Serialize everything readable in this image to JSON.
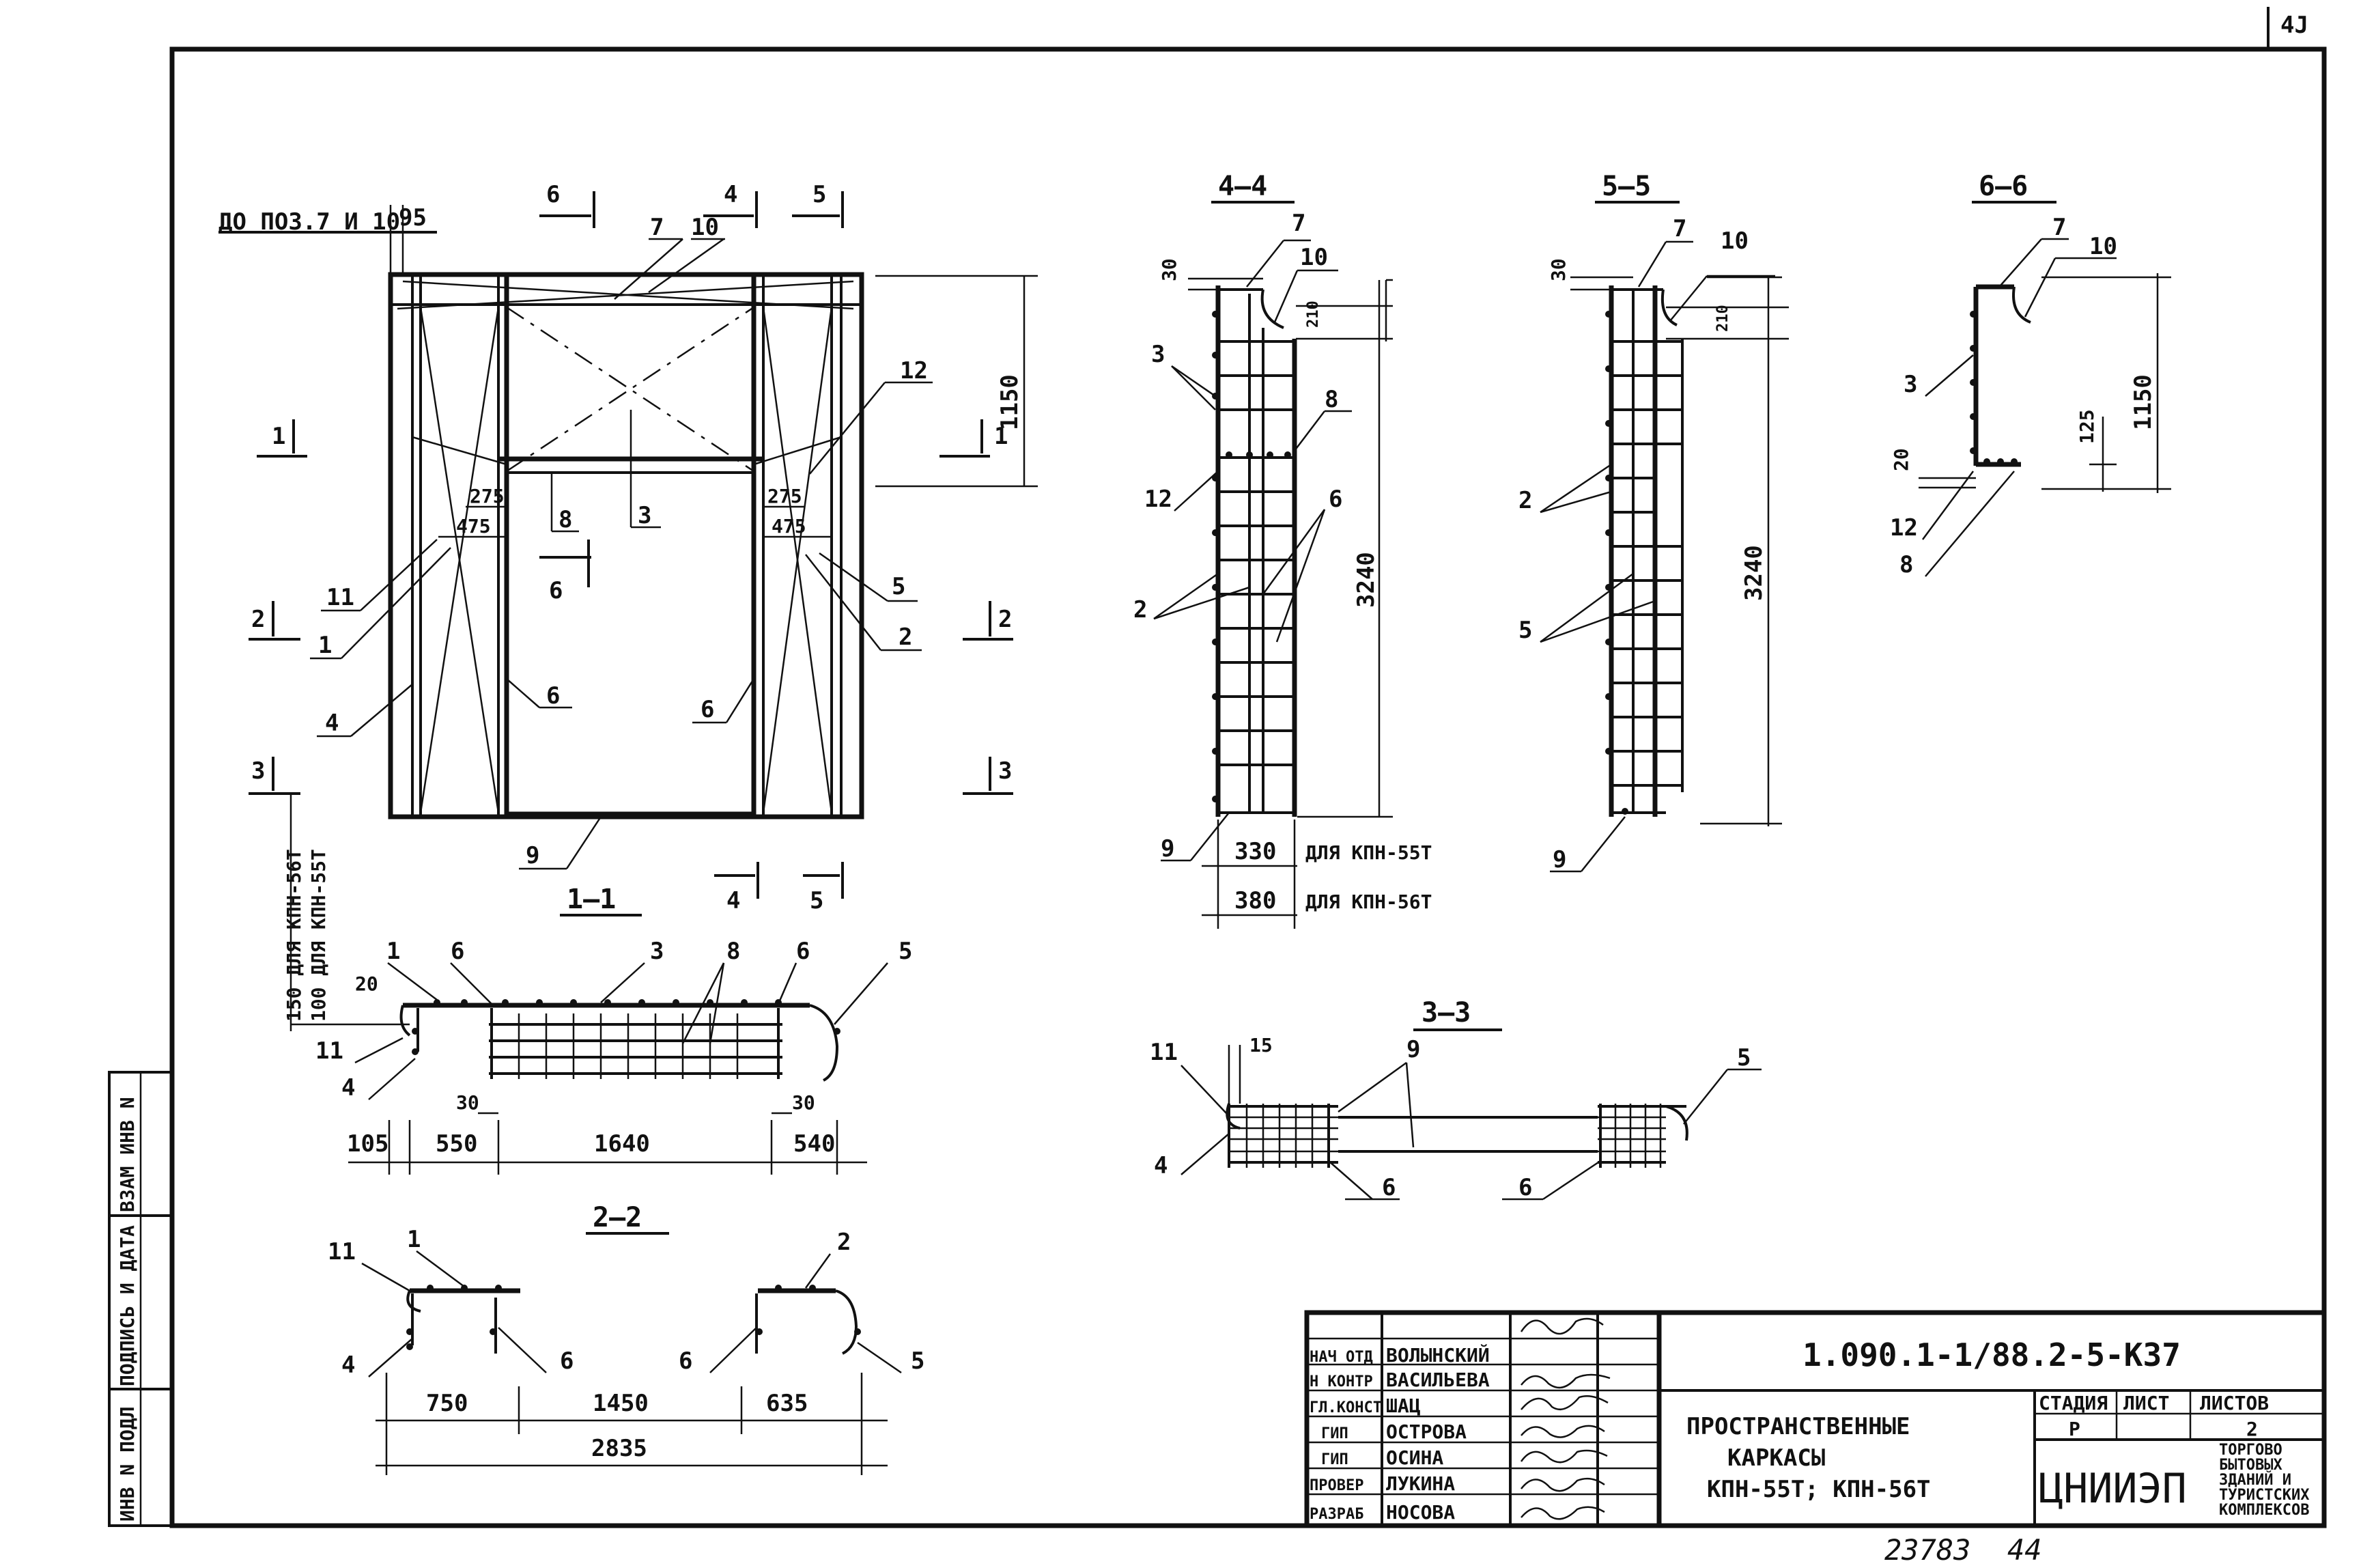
{
  "sheet": {
    "sheet_corner": "4J",
    "doc_code": "1.090.1-1/88.2-5-К37",
    "title_lines": [
      "ПРОСТРАНСТВЕННЫЕ",
      "КАРКАСЫ",
      "КПН-55Т; КПН-56Т"
    ],
    "stage_header": "СТАДИЯ",
    "sheet_header": "ЛИСТ",
    "sheets_header": "ЛИСТОВ",
    "stage": "Р",
    "sheet_no": "",
    "sheets_total": "2",
    "org": "ЦНИИЭП",
    "org_lines": [
      "ТОРГОВО",
      "БЫТОВЫХ",
      "ЗДАНИЙ И",
      "ТУРИСТСКИХ",
      "КОМПЛЕКСОВ"
    ],
    "roles": [
      {
        "role": "НАЧ ОТД",
        "name": "ВОЛЫНСКИЙ"
      },
      {
        "role": "Н КОНТР",
        "name": "ВАСИЛЬЕВА"
      },
      {
        "role": "ГЛ.КОНСТ",
        "name": "ШАЦ"
      },
      {
        "role": "ГИП",
        "name": "ОСТРОВА"
      },
      {
        "role": "ГИП",
        "name": "ОСИНА"
      },
      {
        "role": "ПРОВЕР",
        "name": "ЛУКИНА"
      },
      {
        "role": "РАЗРАБ",
        "name": "НОСОВА"
      }
    ],
    "side_stamp": [
      "ИНВ N ПОДЛ",
      "ПОДПИСЬ И ДАТА",
      "ВЗАМ ИНВ N"
    ],
    "footer_number": "23783",
    "footer_page": "44"
  },
  "labels": {
    "note_pos": "ДО ПОЗ.7 И 10",
    "dim_95": "95",
    "dim_1150": "1150",
    "dim_275": "275",
    "dim_475": "475",
    "dim_3240": "3240",
    "dim_30": "30",
    "dim_210": "210",
    "dim_330": "330",
    "dim_380": "380",
    "for_55": "ДЛЯ КПН-55Т",
    "for_56": "ДЛЯ КПН-56Т",
    "v150": "150 ДЛЯ КПН-56Т",
    "v100": "100 ДЛЯ КПН-55Т",
    "dim_20": "20",
    "dim_105": "105",
    "dim_550": "550",
    "dim_1640": "1640",
    "dim_540": "540",
    "dim_15": "15",
    "dim_125": "125",
    "dim_750": "750",
    "dim_1450": "1450",
    "dim_635": "635",
    "dim_2835": "2835"
  },
  "sections": {
    "s11": "1—1",
    "s22": "2—2",
    "s33": "3—3",
    "s44": "4—4",
    "s55": "5—5",
    "s66": "6—6"
  },
  "marks": {
    "m1": "1",
    "m2": "2",
    "m3": "3",
    "m4": "4",
    "m5": "5",
    "m6": "6",
    "m7": "7",
    "m8": "8",
    "m9": "9",
    "m10": "10",
    "m11": "11",
    "m12": "12"
  }
}
